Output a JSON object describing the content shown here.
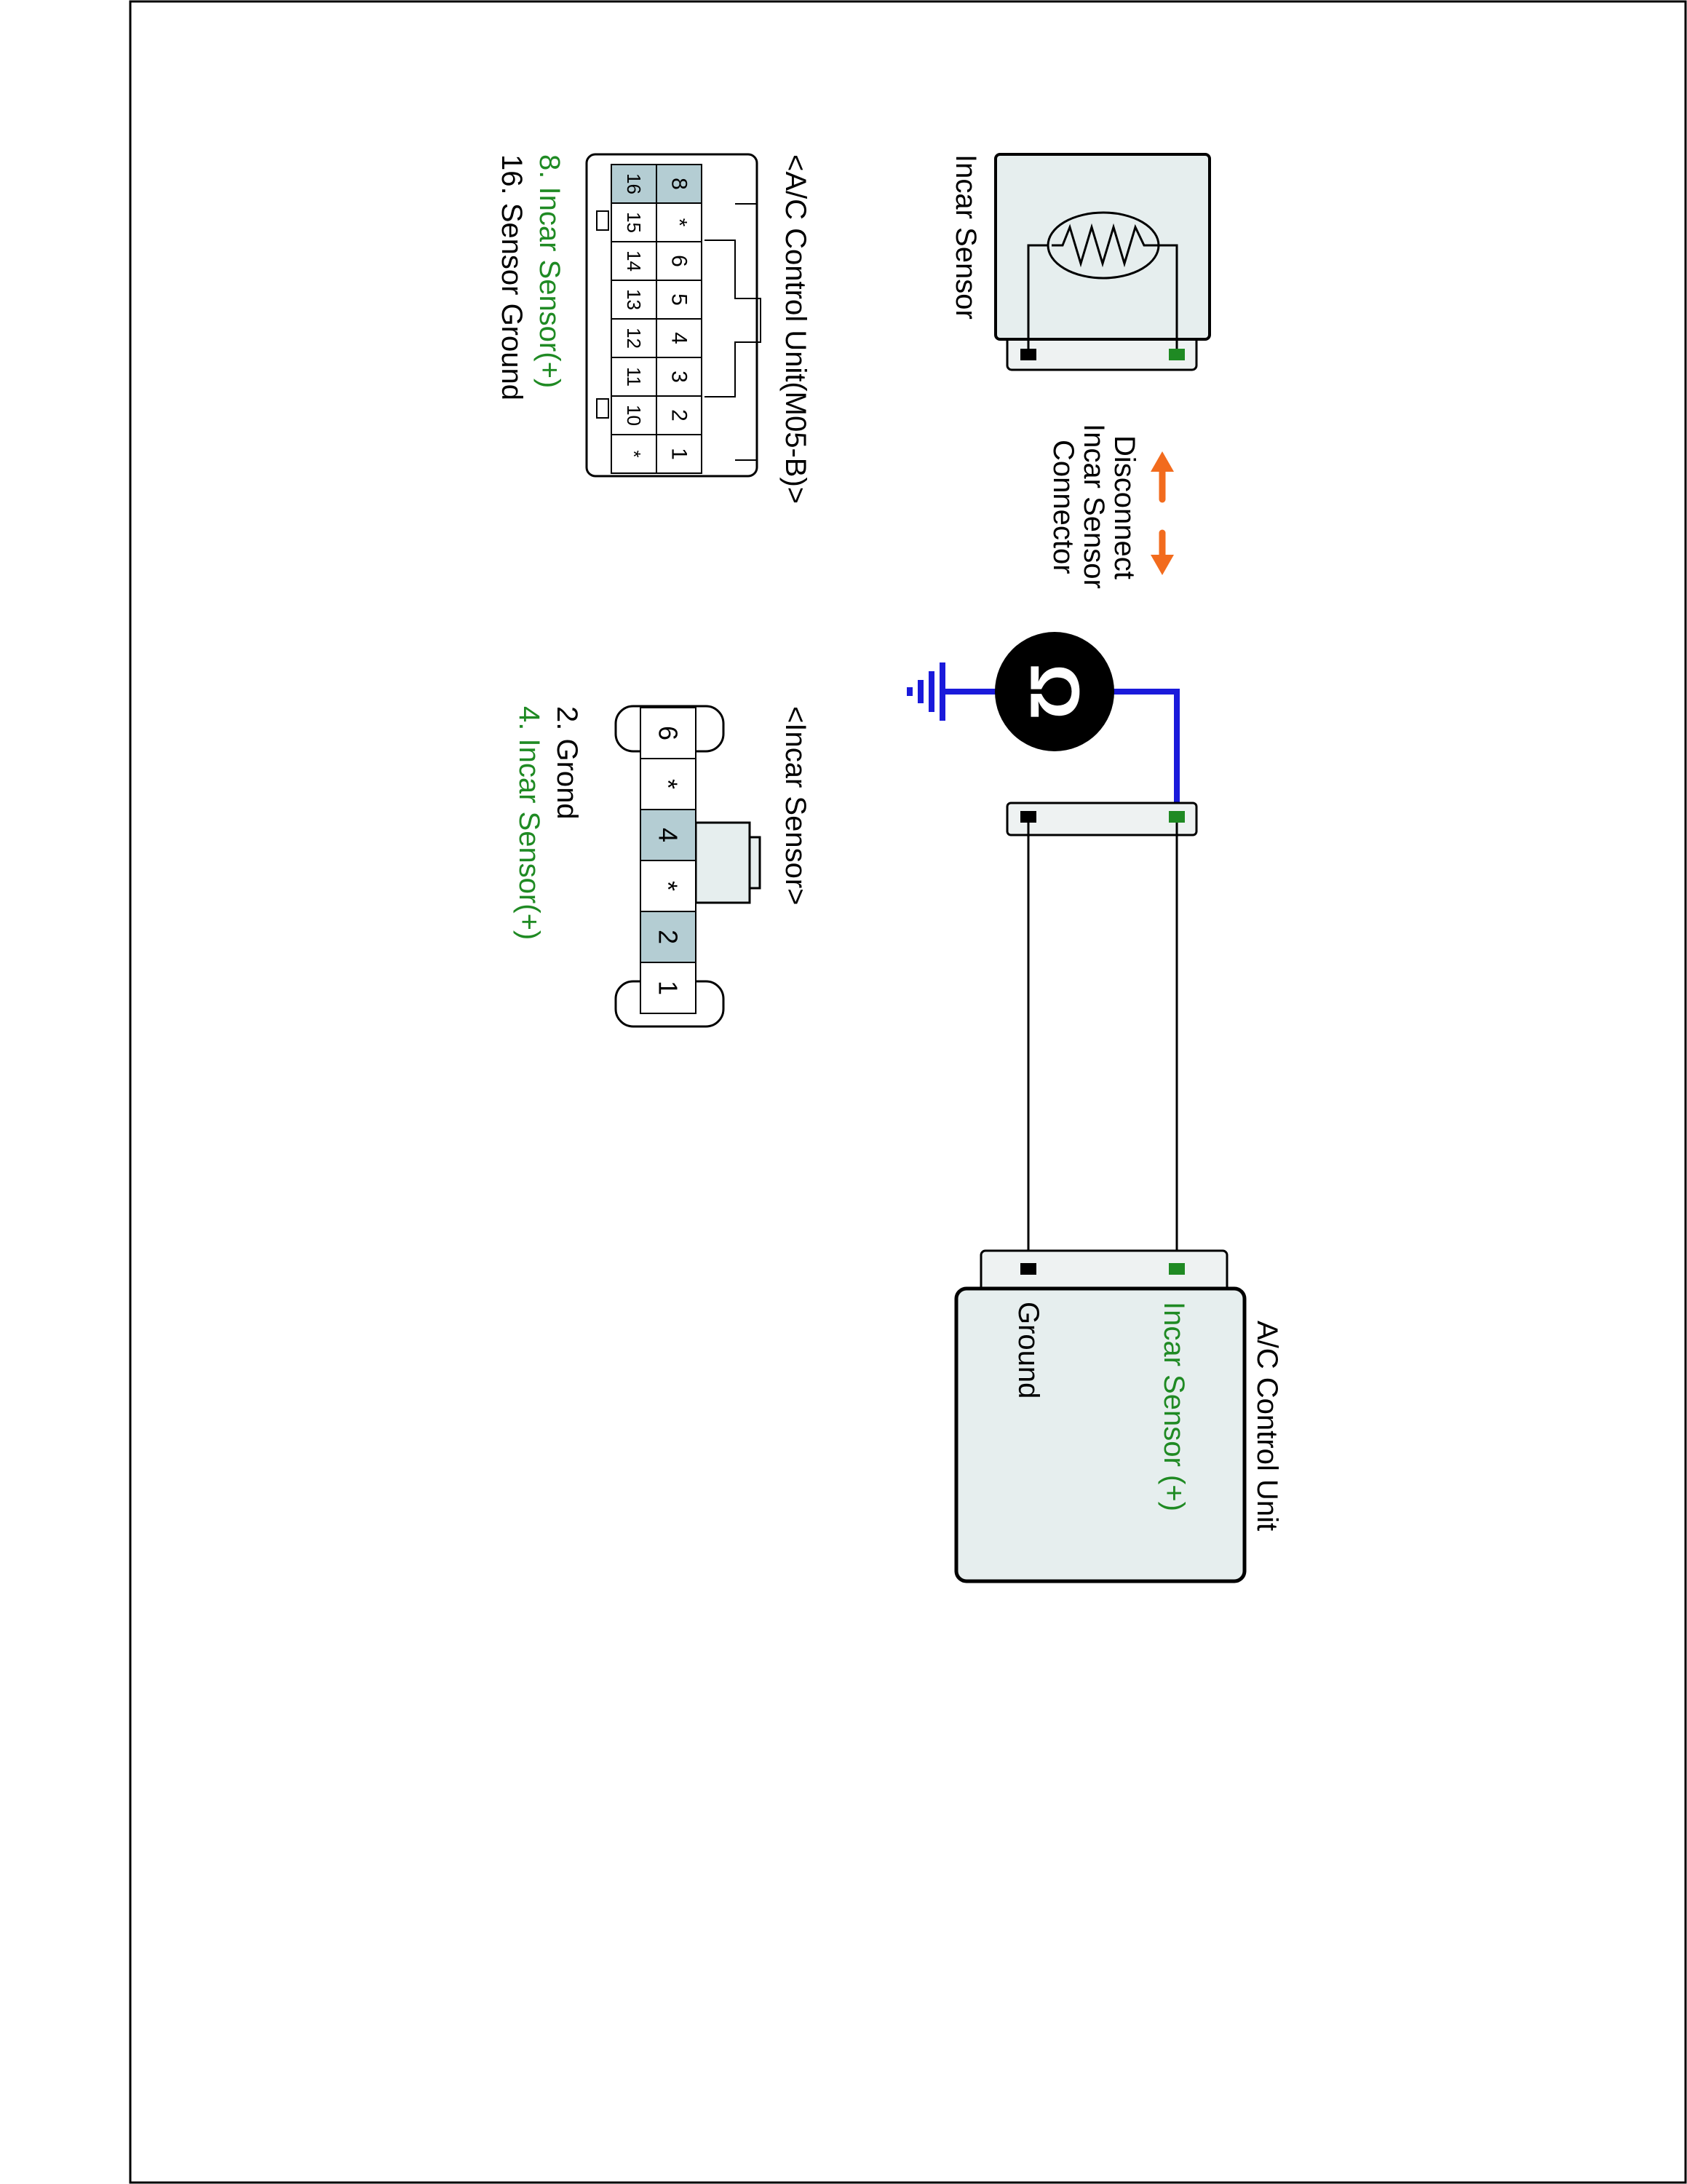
{
  "incar_sensor_box": {
    "title": "Incar Sensor"
  },
  "disconnect_note": {
    "lines": [
      "Disconnect",
      "Incar Sensor",
      "Connector"
    ]
  },
  "meter": {
    "symbol": "Ω"
  },
  "ac_control_unit_box": {
    "title": "A/C Control Unit",
    "pin_labels": {
      "incar": "Incar Sensor (+)",
      "ground": "Ground"
    }
  },
  "ac_connector": {
    "title": "<A/C Control Unit(M05-B)>",
    "top_row": [
      "8",
      "*",
      "6",
      "5",
      "4",
      "3",
      "2",
      "1"
    ],
    "bottom_row": [
      "16",
      "15",
      "14",
      "13",
      "12",
      "11",
      "10",
      "*"
    ],
    "legend": [
      "8. Incar Sensor(+)",
      "16. Sensor Ground"
    ]
  },
  "incar_connector": {
    "title": "<Incar Sensor>",
    "pins": [
      "6",
      "*",
      "4",
      "*",
      "2",
      "1"
    ],
    "legend": [
      "2. Grond",
      "4. Incar Sensor(+)"
    ]
  },
  "colors": {
    "signal_green": "#1f8a23",
    "probe_blue": "#1a1adb",
    "arrow_orange": "#f26b1d",
    "body_fill": "#e6eeee",
    "highlight_pin": "#b4cdd3"
  }
}
